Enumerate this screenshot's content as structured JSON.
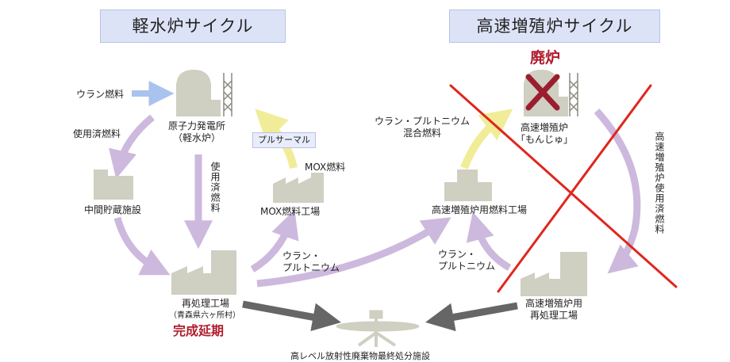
{
  "titles": {
    "lwr_cycle": "軽水炉サイクル",
    "fbr_cycle": "高速増殖炉サイクル"
  },
  "status": {
    "decommission": "廃炉",
    "completion_delay": "完成延期"
  },
  "nodes": {
    "lwr_plant": [
      "原子力発電所",
      "（軽水炉）"
    ],
    "interim_storage": "中間貯蔵施設",
    "reprocessing": "再処理工場",
    "reprocessing_location": "（青森県六ヶ所村）",
    "mox_factory": "MOX燃料工場",
    "fbr_fuel_factory": "高速増殖炉用燃料工場",
    "fbr_reactor": [
      "高速増殖炉",
      "「もんじゅ」"
    ],
    "fbr_reprocessing": [
      "高速増殖炉用",
      "再処理工場"
    ],
    "hlw_disposal": "高レベル放射性廃棄物最終処分施設"
  },
  "flows": {
    "uranium_fuel": "ウラン燃料",
    "spent_fuel": "使用済燃料",
    "spent_fuel_vertical": "使用済燃料",
    "pluthermal": "プルサーマル",
    "mox_fuel": "MOX燃料",
    "u_pu_to_fbr_factory": [
      "ウラン・",
      "プルトニウム"
    ],
    "u_pu_return": [
      "ウラン・",
      "プルトニウム"
    ],
    "u_pu_mixed_fuel": [
      "ウラン・プルトニウム",
      "混合燃料"
    ],
    "fbr_spent_fuel": "高速増殖炉使用済燃料"
  },
  "colors": {
    "title_bg": "#dde3f7",
    "building": "#cfcfc2",
    "arrow_purple": "#cdb9dd",
    "arrow_blue": "#a9c3ee",
    "arrow_yellow": "#f1ec98",
    "arrow_gray": "#666666",
    "cross_red": "#e0261d",
    "status_red": "#b01d2d"
  },
  "icons": [
    "nuclear-plant-icon",
    "factory-icon",
    "cross-mark-icon",
    "disposal-site-icon"
  ]
}
